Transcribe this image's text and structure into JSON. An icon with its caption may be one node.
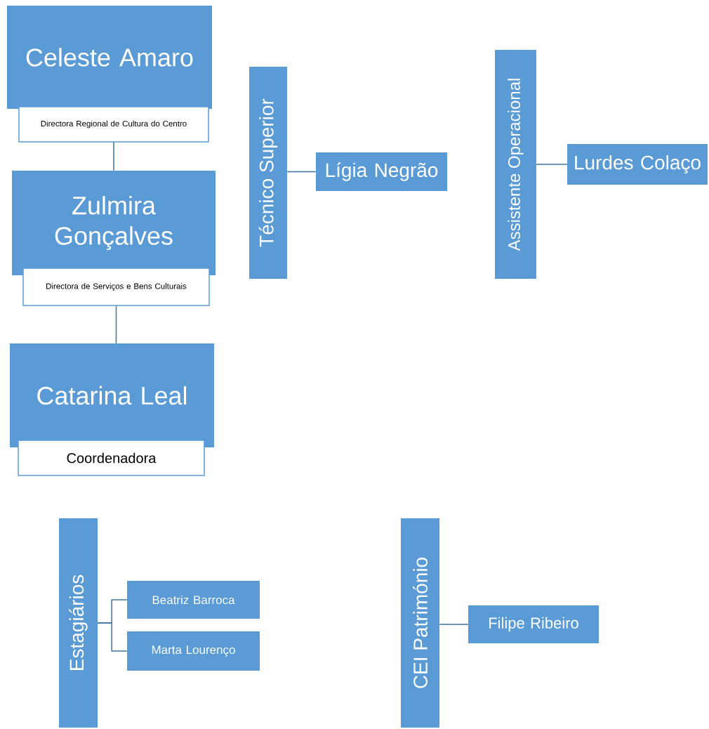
{
  "diagram": {
    "nodes": [
      {
        "text": [
          "Celeste Amaro"
        ]
      },
      {
        "text": [
          "Directora Regional de Cultura do Centro"
        ]
      },
      {
        "text": [
          "Zulmira Gonçalves"
        ]
      },
      {
        "text": [
          "Directora de Serviços e Bens Culturais"
        ]
      },
      {
        "text": [
          "Catarina Leal"
        ]
      },
      {
        "text": [
          "Coordenadora"
        ]
      },
      {
        "text": [
          "Técnico Superior"
        ]
      },
      {
        "text": [
          "Lígia Negrão"
        ]
      },
      {
        "text": [
          "Assistente Operacional"
        ]
      },
      {
        "text": [
          "Lurdes Colaço"
        ]
      },
      {
        "text": [
          "Estagiários"
        ]
      },
      {
        "text": [
          "Beatriz Barroca"
        ]
      },
      {
        "text": [
          "Marta Lourenço"
        ]
      },
      {
        "text": [
          "CEI Património"
        ]
      },
      {
        "text": [
          "Filipe Ribeiro"
        ]
      }
    ],
    "edges": [
      {
        "from": 1,
        "to": 2,
        "arrow": "none"
      },
      {
        "from": 3,
        "to": 4,
        "arrow": "none"
      },
      {
        "from": 6,
        "to": 7,
        "arrow": "none"
      },
      {
        "from": 8,
        "to": 9,
        "arrow": "none"
      },
      {
        "from": 10,
        "to": 11,
        "arrow": "none"
      },
      {
        "from": 10,
        "to": 12,
        "arrow": "none"
      },
      {
        "from": 13,
        "to": 14,
        "arrow": "none"
      }
    ]
  }
}
